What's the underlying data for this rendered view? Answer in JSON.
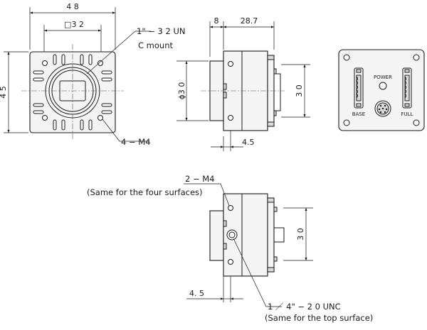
{
  "front_view": {
    "width_label": "4 8",
    "square_label": "□3 2",
    "height_label": "4 5",
    "mount_thread_label": "1\" − 3 2 UN",
    "mount_type_label": "C mount",
    "screw_label": "4 − M4"
  },
  "side_view": {
    "lens_depth_label": "8",
    "body_depth_label": "28.7",
    "diameter_label": "ϕ3 0",
    "height_label": "3 0",
    "offset_label": "4.5"
  },
  "rear_view": {
    "power_label": "POWER",
    "base_label": "BASE",
    "full_label": "FULL"
  },
  "bottom_view": {
    "screw_label": "2 − M4",
    "screw_note": "(Same for the four surfaces)",
    "height_label": "3 0",
    "offset_label": "4. 5",
    "tripod_label": "1 ／ 4\" − 2 0 UNC",
    "tripod_note": "(Same for the top surface)"
  }
}
